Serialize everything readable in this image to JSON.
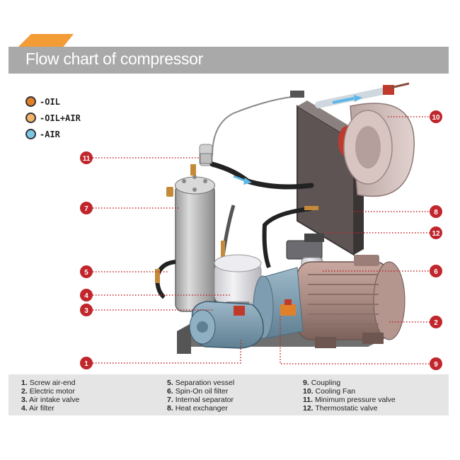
{
  "title": "Flow chart of compressor",
  "colors": {
    "accent": "#f39c35",
    "callout_red": "#c0262c",
    "title_band": "#a9a9a9",
    "key_band": "#e5e5e5",
    "oil": "#e0812a",
    "oil_air": "#f2b46a",
    "air": "#7ec6e8"
  },
  "legend": [
    {
      "label": "-OIL",
      "color": "#e0812a"
    },
    {
      "label": "-OIL+AIR",
      "color": "#f2b46a"
    },
    {
      "label": "-AIR",
      "color": "#7ec6e8"
    }
  ],
  "callouts": [
    "1",
    "2",
    "3",
    "4",
    "5",
    "6",
    "7",
    "8",
    "9",
    "10",
    "11",
    "12"
  ],
  "key": {
    "col1": [
      {
        "num": "1.",
        "text": "Screw air-end"
      },
      {
        "num": "2.",
        "text": "Electric motor"
      },
      {
        "num": "3.",
        "text": "Air intake valve"
      },
      {
        "num": "4.",
        "text": "Air filter"
      }
    ],
    "col2": [
      {
        "num": "5.",
        "text": "Separation vessel"
      },
      {
        "num": "6.",
        "text": "Spin-On oil filter"
      },
      {
        "num": "7.",
        "text": "Internal separator"
      },
      {
        "num": "8.",
        "text": "Heat exchanger"
      }
    ],
    "col3": [
      {
        "num": "9.",
        "text": "Coupling"
      },
      {
        "num": "10.",
        "text": "Cooling Fan"
      },
      {
        "num": "11.",
        "text": "Minimum pressure valve"
      },
      {
        "num": "12.",
        "text": "Thermostatic valve"
      }
    ]
  }
}
